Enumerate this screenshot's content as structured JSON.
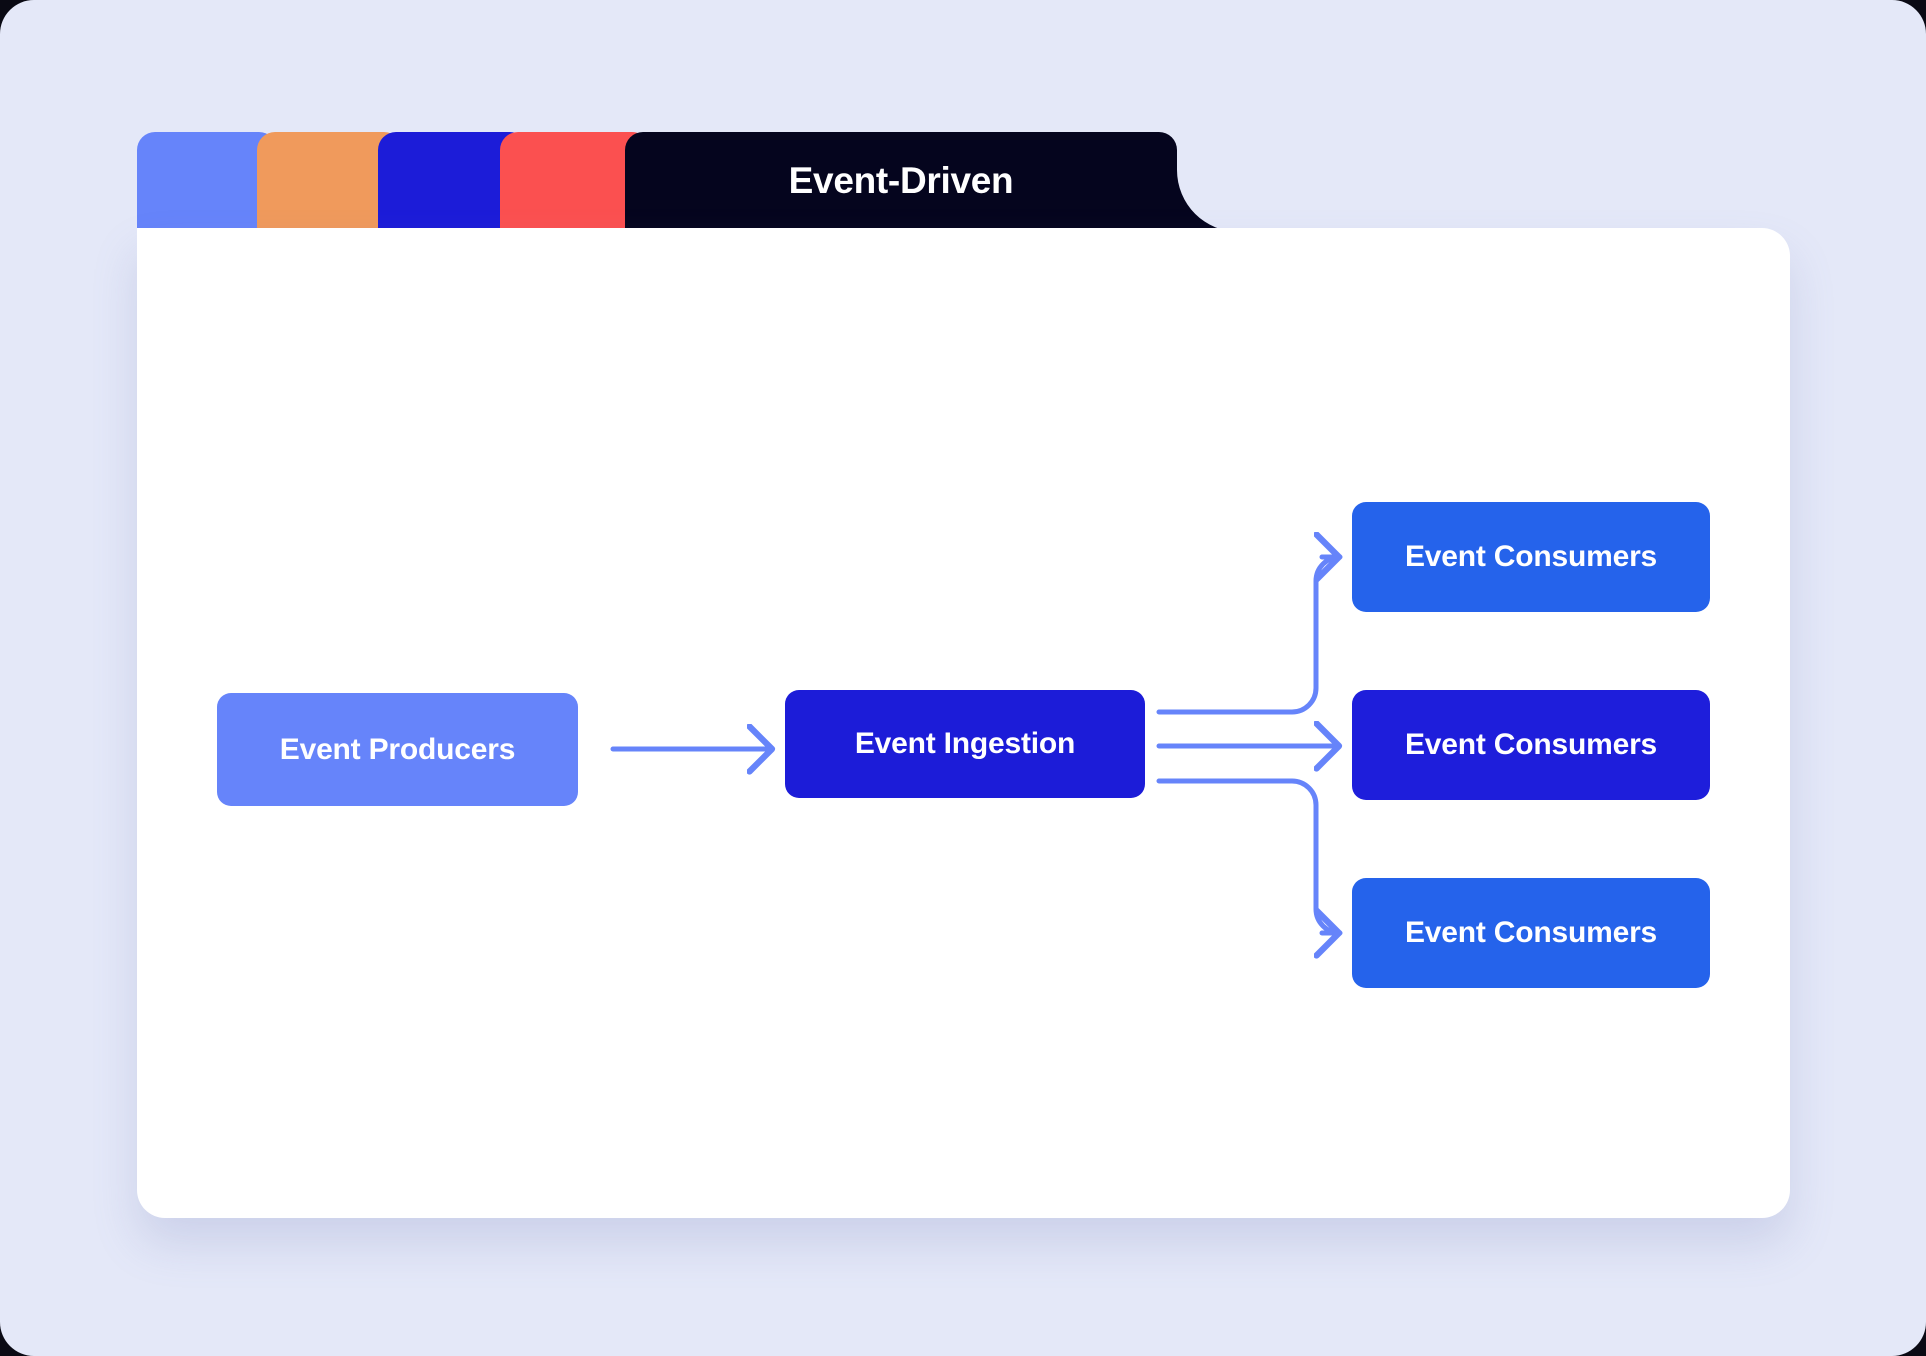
{
  "window": {
    "background_color": "#e4e8f8",
    "card_color": "#ffffff"
  },
  "tabs": [
    {
      "name": "tab-1",
      "label": "",
      "color": "#6684fa",
      "active": false
    },
    {
      "name": "tab-2",
      "label": "",
      "color": "#f09a5c",
      "active": false
    },
    {
      "name": "tab-3",
      "label": "",
      "color": "#1c1cd8",
      "active": false
    },
    {
      "name": "tab-4",
      "label": "",
      "color": "#fb5050",
      "active": false
    },
    {
      "name": "tab-active",
      "label": "Event-Driven",
      "color": "#05051e",
      "active": true
    }
  ],
  "active_tab": {
    "title": "Event-Driven",
    "background_color": "#05051e",
    "text_color": "#ffffff"
  },
  "diagram": {
    "type": "flow",
    "connector_color": "#6684fa",
    "nodes": [
      {
        "id": "producers",
        "label": "Event Producers",
        "color": "#6684fa"
      },
      {
        "id": "ingestion",
        "label": "Event Ingestion",
        "color": "#1c1cd8"
      },
      {
        "id": "consumer1",
        "label": "Event Consumers",
        "color": "#2563eb"
      },
      {
        "id": "consumer2",
        "label": "Event Consumers",
        "color": "#1e1edb"
      },
      {
        "id": "consumer3",
        "label": "Event Consumers",
        "color": "#2563eb"
      }
    ],
    "edges": [
      {
        "from": "producers",
        "to": "ingestion",
        "style": "straight-arrow"
      },
      {
        "from": "ingestion",
        "to": "consumer1",
        "style": "elbow-up-arrow"
      },
      {
        "from": "ingestion",
        "to": "consumer2",
        "style": "straight-arrow"
      },
      {
        "from": "ingestion",
        "to": "consumer3",
        "style": "elbow-down-arrow"
      }
    ]
  }
}
